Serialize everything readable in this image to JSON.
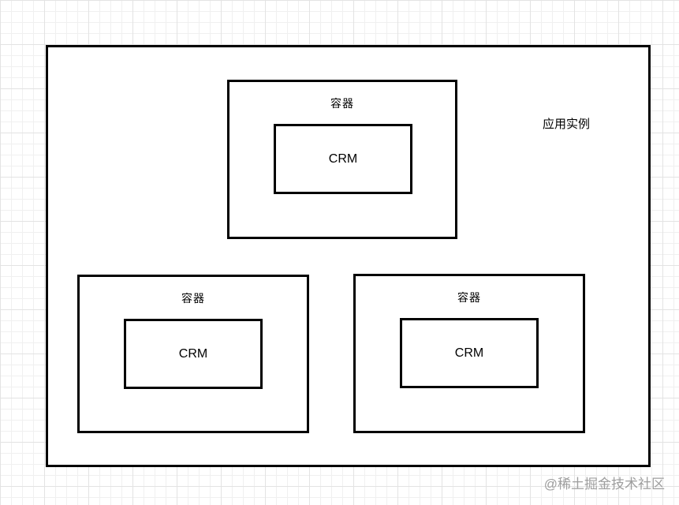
{
  "page": {
    "watermark": "@稀土掘金技术社区"
  },
  "diagram": {
    "app_instance": {
      "label": "应用实例",
      "containers": [
        {
          "label": "容器",
          "component": "CRM"
        },
        {
          "label": "容器",
          "component": "CRM"
        },
        {
          "label": "容器",
          "component": "CRM"
        }
      ]
    },
    "colors": {
      "border": "#000000",
      "canvas": "#ffffff",
      "grid_minor": "#f0f0f0",
      "grid_major": "#e3e3e3",
      "watermark_text": "#9e9e9e"
    }
  }
}
